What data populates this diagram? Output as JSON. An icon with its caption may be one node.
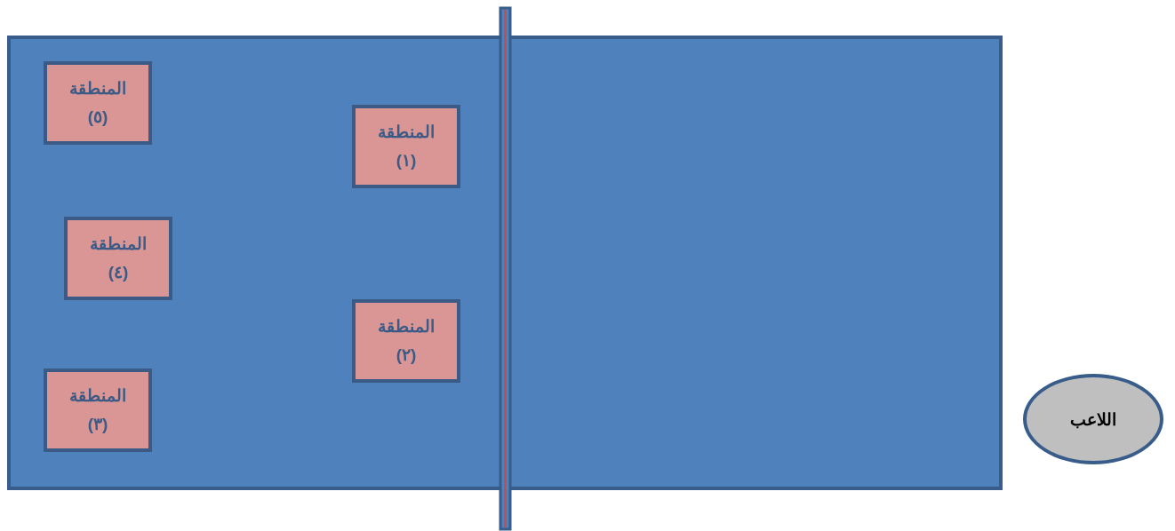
{
  "diagram": {
    "nodes": [
      {
        "text": [],
        "shape": "box"
      },
      {
        "text": [
          "المنطقة (٥)"
        ],
        "in": 0
      },
      {
        "text": [
          "المنطقة (١)"
        ],
        "in": 0
      },
      {
        "text": [
          "المنطقة (٤)"
        ],
        "in": 0
      },
      {
        "text": [
          "المنطقة (٢)"
        ],
        "in": 0
      },
      {
        "text": [
          "المنطقة (٣)"
        ],
        "in": 0
      },
      {
        "text": [
          "اللاعب"
        ]
      }
    ],
    "edges": []
  }
}
